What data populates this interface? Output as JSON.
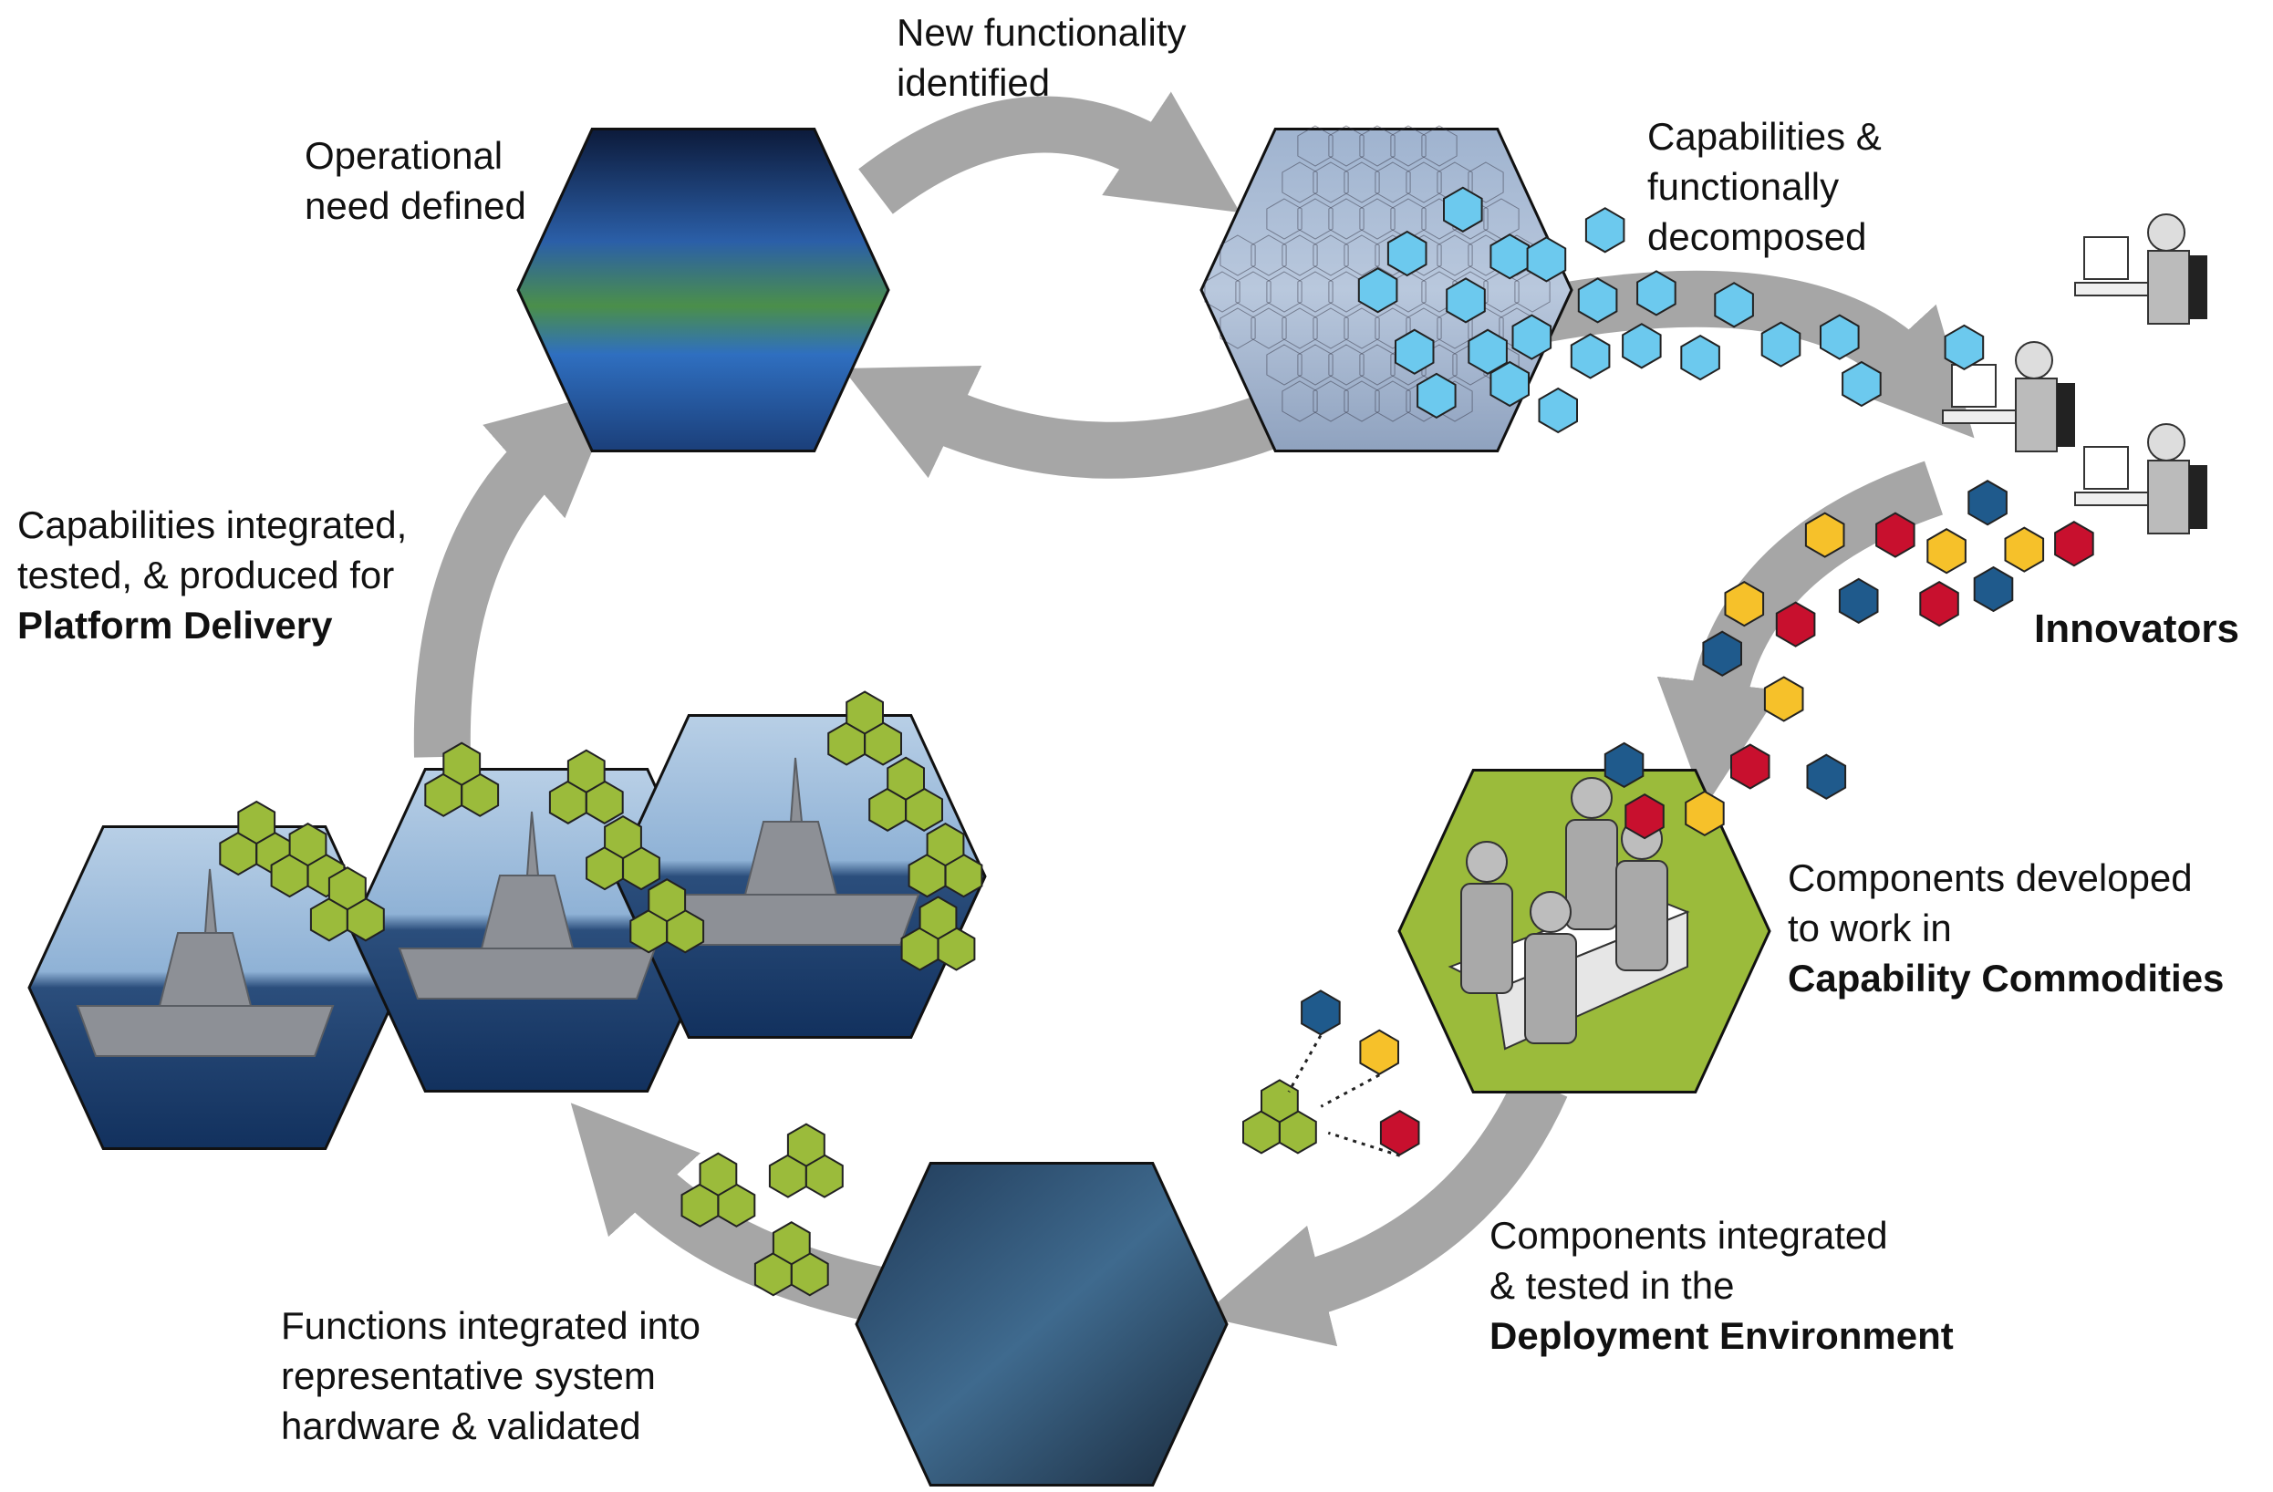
{
  "labels": {
    "new_functionality": [
      "New functionality",
      "identified"
    ],
    "operational_need": [
      "Operational",
      "need defined"
    ],
    "capabilities_decomposed": [
      "Capabilities &",
      "functionally",
      "decomposed"
    ],
    "innovators": "Innovators",
    "platform_delivery": {
      "lines": [
        "Capabilities integrated,",
        "tested, & produced for"
      ],
      "bold": "Platform Delivery"
    },
    "capability_commodities": {
      "lines": [
        "Components developed",
        "to work in"
      ],
      "bold": "Capability Commodities"
    },
    "deployment_environment": {
      "lines": [
        "Components integrated",
        "& tested in the"
      ],
      "bold": "Deployment Environment"
    },
    "functions_integrated": [
      "Functions integrated into",
      "representative system",
      "hardware & validated"
    ]
  },
  "colors": {
    "arrow": "#a6a6a6",
    "light_blue": "#6cc9ee",
    "dark_blue": "#1f5a8c",
    "red": "#c8102e",
    "yellow": "#f6c12a",
    "green": "#9bbb3b"
  }
}
